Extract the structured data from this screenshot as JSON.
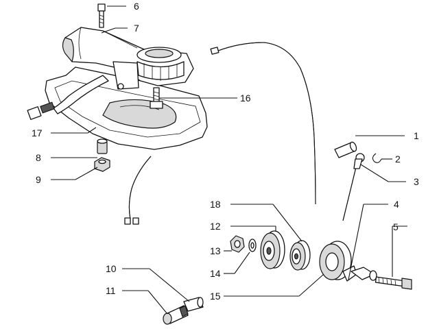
{
  "colors": {
    "line": "#111111",
    "background": "#ffffff",
    "shade": "#d9d9d9"
  },
  "callouts": [
    {
      "id": "6",
      "text": "6"
    },
    {
      "id": "7",
      "text": "7"
    },
    {
      "id": "16",
      "text": "16"
    },
    {
      "id": "1",
      "text": "1"
    },
    {
      "id": "2",
      "text": "2"
    },
    {
      "id": "3",
      "text": "3"
    },
    {
      "id": "17",
      "text": "17"
    },
    {
      "id": "8",
      "text": "8"
    },
    {
      "id": "9",
      "text": "9"
    },
    {
      "id": "4",
      "text": "4"
    },
    {
      "id": "18",
      "text": "18"
    },
    {
      "id": "5",
      "text": "5"
    },
    {
      "id": "12",
      "text": "12"
    },
    {
      "id": "13",
      "text": "13"
    },
    {
      "id": "14",
      "text": "14"
    },
    {
      "id": "10",
      "text": "10"
    },
    {
      "id": "15",
      "text": "15"
    },
    {
      "id": "11",
      "text": "11"
    }
  ]
}
